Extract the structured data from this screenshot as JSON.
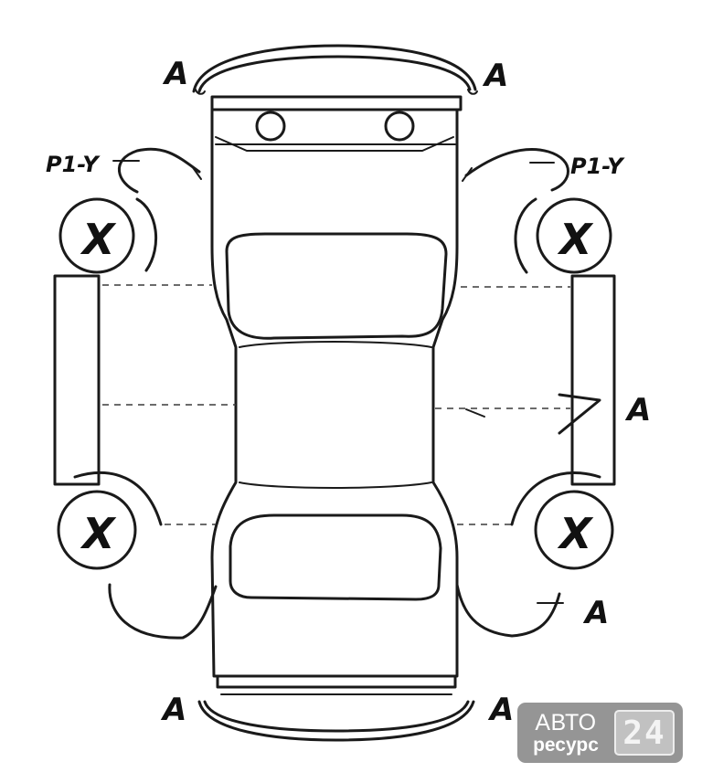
{
  "marks": {
    "front_bumper_left": "A",
    "front_bumper_right": "A",
    "front_fender_left": "P1-Y",
    "front_fender_right": "P1-Y",
    "wheel_front_left": "X",
    "wheel_front_right": "X",
    "wheel_rear_left": "X",
    "wheel_rear_right": "X",
    "right_rear_door": "A",
    "right_rear_quarter": "A",
    "rear_bumper_left": "A",
    "rear_bumper_right": "A"
  },
  "watermark": {
    "line1": "АВТО",
    "line2": "ресурс",
    "number": "24"
  }
}
